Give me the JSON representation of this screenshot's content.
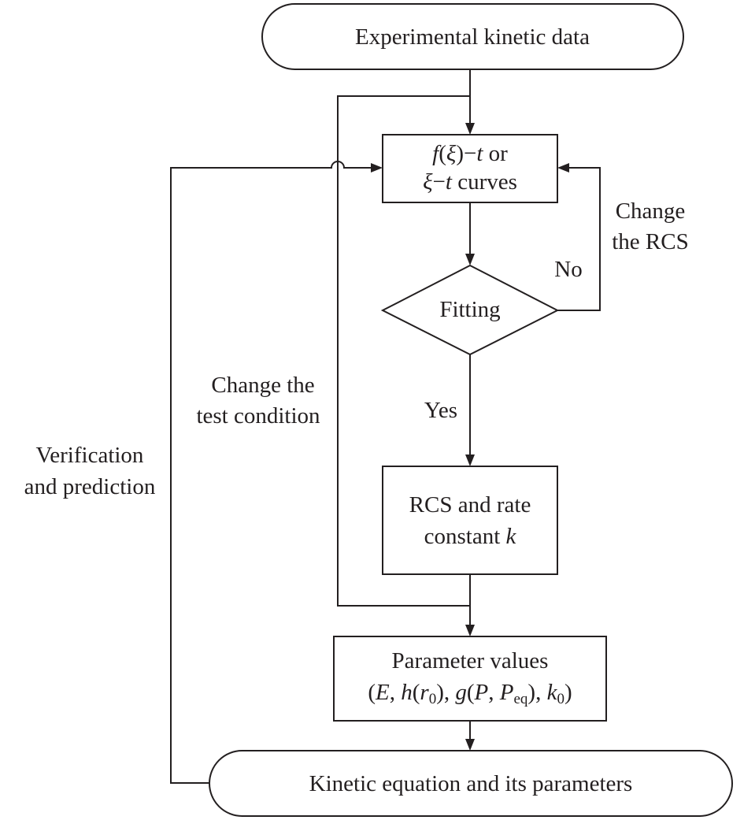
{
  "nodes": {
    "start": {
      "label": "Experimental kinetic data"
    },
    "curves": {
      "line1": {
        "f": "f",
        "xi": "ξ",
        "rest": ")−",
        "t": "t",
        "tail": " or"
      },
      "line2": {
        "xi": "ξ",
        "dash": "−",
        "t": "t",
        "tail": " curves"
      }
    },
    "fitting": {
      "label": "Fitting"
    },
    "rcs": {
      "line1": "RCS and rate",
      "line2_prefix": "constant ",
      "line2_k": "k"
    },
    "params": {
      "line1": "Parameter values",
      "line2": {
        "open": "(",
        "E": "E",
        "comma1": ", ",
        "h": "h",
        "paren_r": "(",
        "r": "r",
        "r_sub": "0",
        "close1": "), ",
        "g": "g",
        "paren_p": "(",
        "P": "P",
        "comma2": ", ",
        "Peq": "P",
        "eq_sub": "eq",
        "close2": "), ",
        "k": "k",
        "k_sub": "0",
        "close3": ")"
      }
    },
    "end": {
      "label": "Kinetic equation and its parameters"
    }
  },
  "edge_labels": {
    "no": "No",
    "yes": "Yes",
    "change_rcs": [
      "Change",
      "the RCS"
    ],
    "change_test": [
      "Change the",
      "test condition"
    ],
    "verification": [
      "Verification",
      "and prediction"
    ]
  }
}
